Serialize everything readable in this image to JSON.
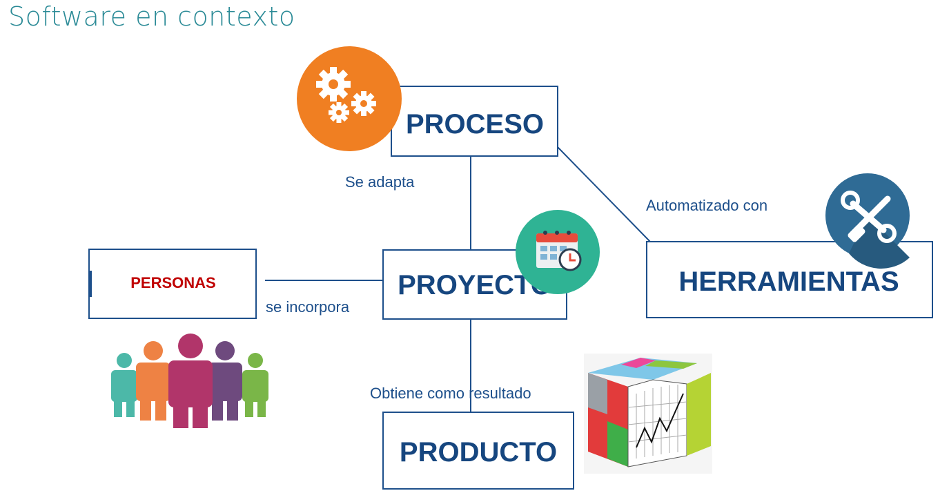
{
  "title": "Software en contexto",
  "nodes": {
    "proceso": "PROCESO",
    "proyecto": "PROYECTO",
    "herramientas": "HERRAMIENTAS",
    "personas": "PERSONAS",
    "producto": "PRODUCTO"
  },
  "edges": {
    "se_adapta": "Se adapta",
    "automatizado_con": "Automatizado con",
    "se_incorpora": "se incorpora",
    "obtiene_como_resultado": "Obtiene como resultado"
  },
  "icons": {
    "proceso": "gears-icon",
    "proyecto": "calendar-clock-icon",
    "herramientas": "wrench-screwdriver-icon",
    "personas": "people-group-icon",
    "producto": "cube-chart-icon"
  },
  "colors": {
    "title": "#2a8a96",
    "box_border": "#1d4f8b",
    "box_text": "#16467f",
    "personas_text": "#c00000",
    "gears_bg": "#f07f22",
    "calendar_bg": "#2fb394",
    "tools_bg": "#2f6b95"
  }
}
